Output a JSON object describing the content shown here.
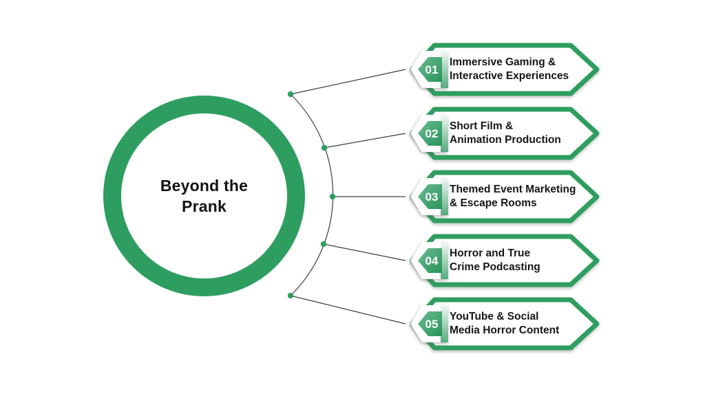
{
  "title": {
    "line1": "Beyond the",
    "line2": "Prank"
  },
  "colors": {
    "accent_green": "#2e9e60",
    "badge_gradient_light": "#6cbc93",
    "badge_gradient_dark": "#29945a",
    "strip_gradient_top": "#f2f9f5",
    "strip_gradient_bottom": "#55ab7c",
    "connector_line": "#3c3c3c",
    "text_dark": "#161616"
  },
  "items": [
    {
      "number": "01",
      "line1": "Immersive Gaming &",
      "line2": "Interactive Experiences"
    },
    {
      "number": "02",
      "line1": "Short Film &",
      "line2": "Animation Production"
    },
    {
      "number": "03",
      "line1": "Themed Event Marketing",
      "line2": "& Escape Rooms"
    },
    {
      "number": "04",
      "line1": "Horror and True",
      "line2": "Crime Podcasting"
    },
    {
      "number": "05",
      "line1": "YouTube & Social",
      "line2": "Media Horror Content"
    }
  ]
}
